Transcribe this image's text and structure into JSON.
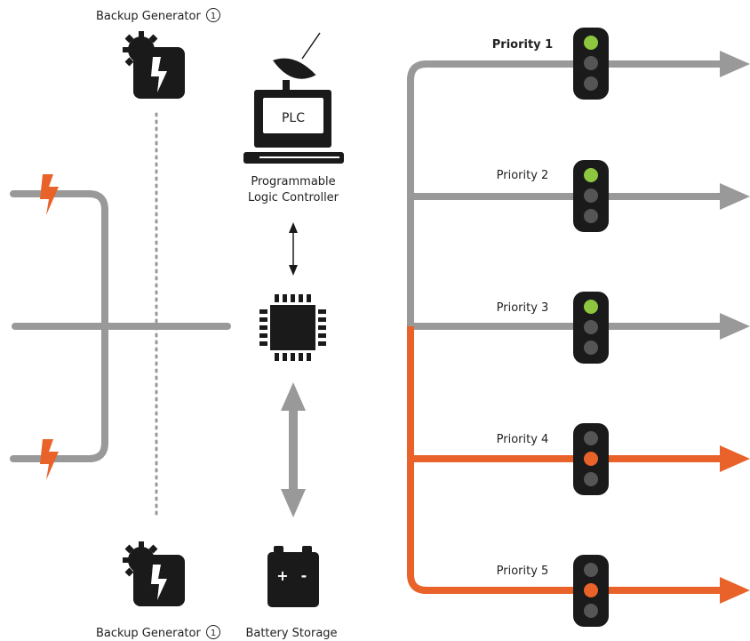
{
  "generator_top": {
    "label": "Backup Generator",
    "marker": "①"
  },
  "generator_bottom": {
    "label": "Backup Generator",
    "marker": "①"
  },
  "plc": {
    "screen_text": "PLC",
    "caption_line1": "Programmable",
    "caption_line2": "Logic Controller"
  },
  "battery": {
    "label": "Battery Storage",
    "plus": "+",
    "minus": "-"
  },
  "priorities": [
    {
      "label": "Priority 1",
      "state": "green"
    },
    {
      "label": "Priority 2",
      "state": "green"
    },
    {
      "label": "Priority 3",
      "state": "green"
    },
    {
      "label": "Priority 4",
      "state": "orange"
    },
    {
      "label": "Priority 5",
      "state": "orange"
    }
  ],
  "colors": {
    "line_gray": "#999999",
    "line_orange": "#e8622a",
    "icon_dark": "#1a1a1a",
    "light_green": "#8dc63f",
    "light_orange": "#e8622a",
    "light_off": "#555555",
    "bolt_orange": "#e8622a"
  }
}
